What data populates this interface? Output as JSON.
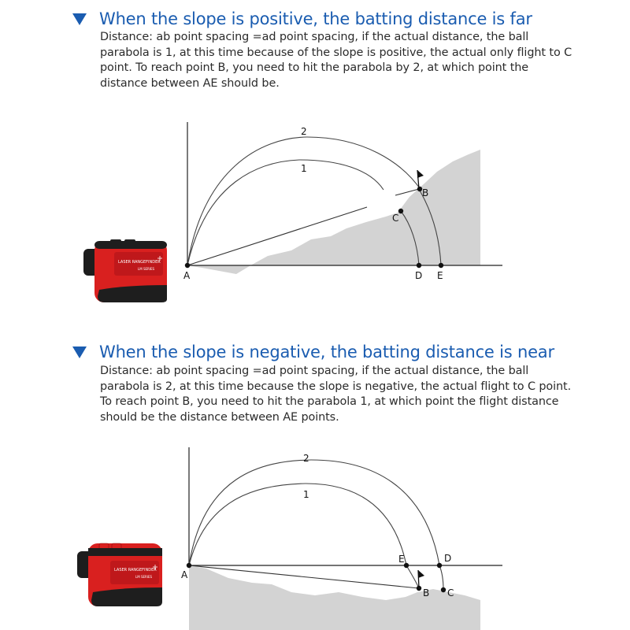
{
  "section1": {
    "title": "When the slope is positive, the batting distance is far",
    "desc": "Distance: ab point spacing =ad point spacing, if the actual distance, the ball parabola is 1, at this time because of the slope is positive, the actual only flight to C point. To reach point B, you need to hit the parabola by 2, at which point the distance between AE should be."
  },
  "section2": {
    "title": "When the slope is negative, the batting distance is near",
    "desc": "Distance: ab point spacing =ad point spacing, if the actual distance, the ball parabola is 2, at this time because the slope is negative, the actual flight to C point. To reach point B, you need to hit the parabola 1, at which point the flight distance should be the distance between AE points."
  },
  "device": {
    "label": "LASER RANGEFINDER",
    "series": "LM SERIES"
  },
  "diagram1": {
    "labels": {
      "p2": "2",
      "p1": "1",
      "A": "A",
      "B": "B",
      "C": "C",
      "D": "D",
      "E": "E"
    }
  },
  "diagram2": {
    "labels": {
      "p2": "2",
      "p1": "1",
      "A": "A",
      "B": "B",
      "C": "C",
      "D": "D",
      "E": "E"
    }
  },
  "colors": {
    "title": "#1a5cb0",
    "device_red": "#d9201f",
    "terrain": "#d3d3d3"
  }
}
